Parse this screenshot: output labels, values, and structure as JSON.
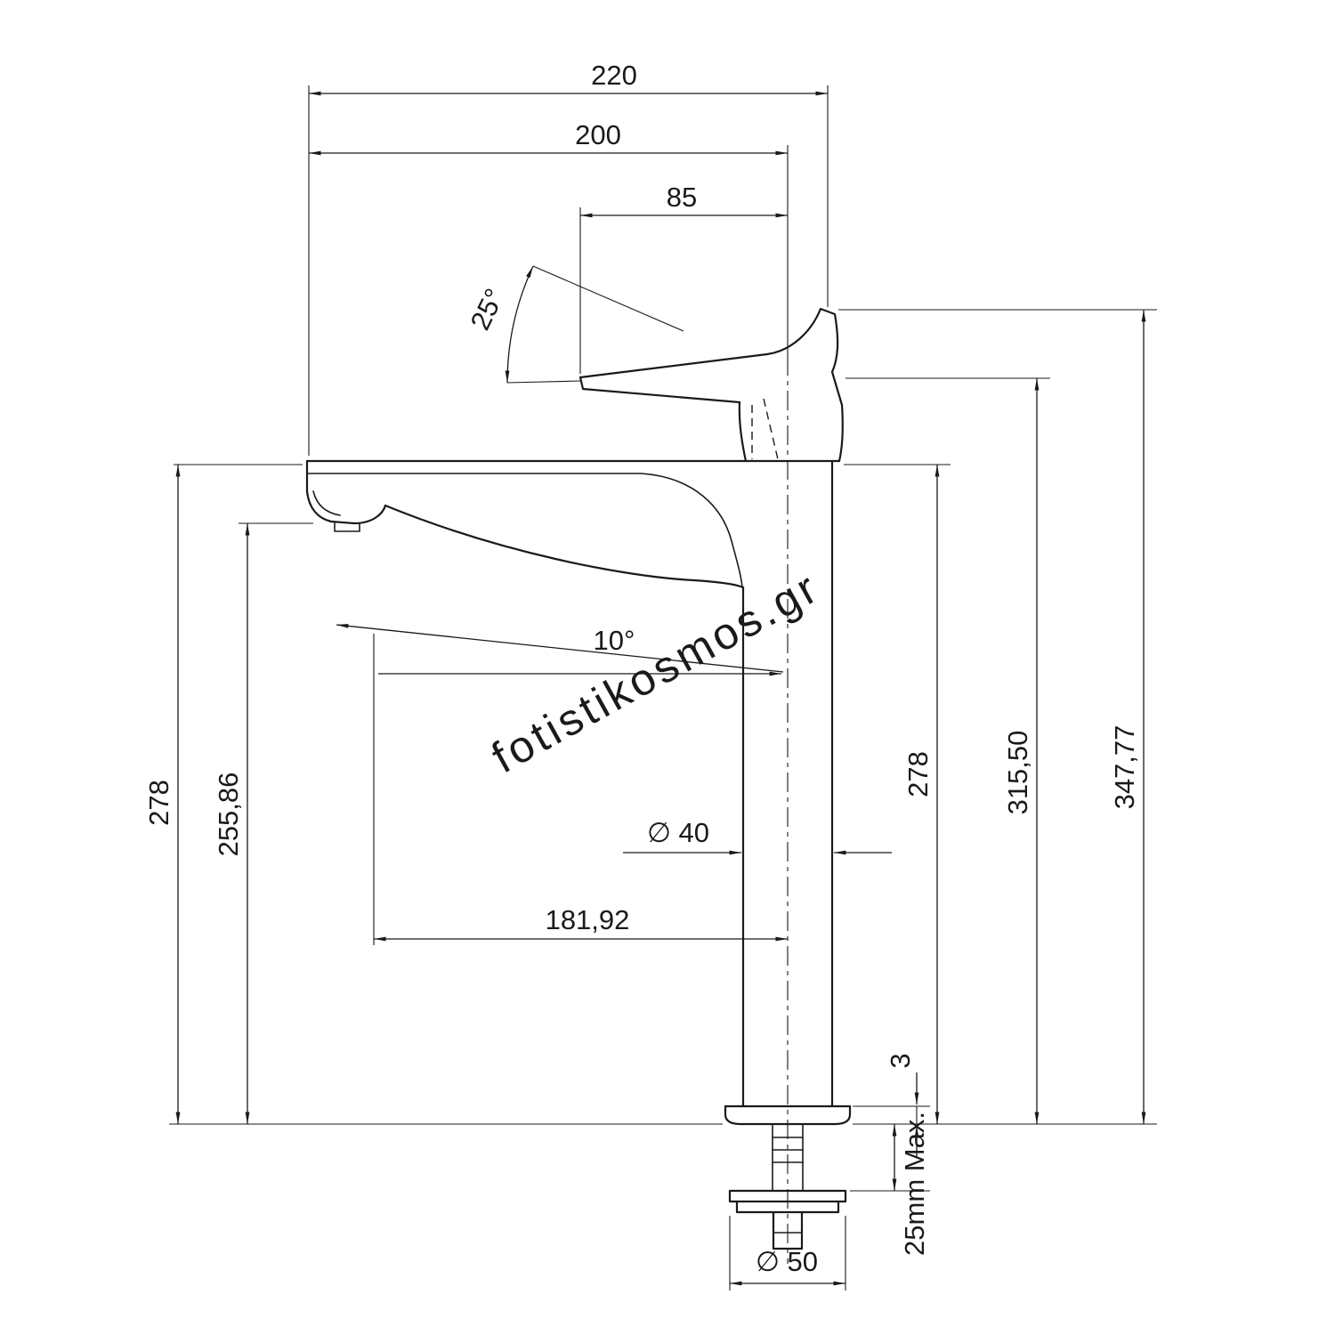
{
  "drawing": {
    "title": "basin-mixer-dimension-drawing",
    "watermark": "fotistikosmos.gr",
    "watermark_color": "#c9c9c9",
    "dims": {
      "overall_width": "220",
      "width_to_center": "200",
      "handle_length": "85",
      "handle_angle": "25°",
      "spout_angle": "10°",
      "height_left": "278",
      "spout_height": "255,86",
      "spout_reach": "181,92",
      "body_diameter": "∅ 40",
      "height_right": "278",
      "height_underside_handle": "315,50",
      "height_overall": "347,77",
      "base_plate_thickness": "3",
      "max_mounting": "25mm Max.",
      "base_diameter": "∅ 50"
    }
  }
}
